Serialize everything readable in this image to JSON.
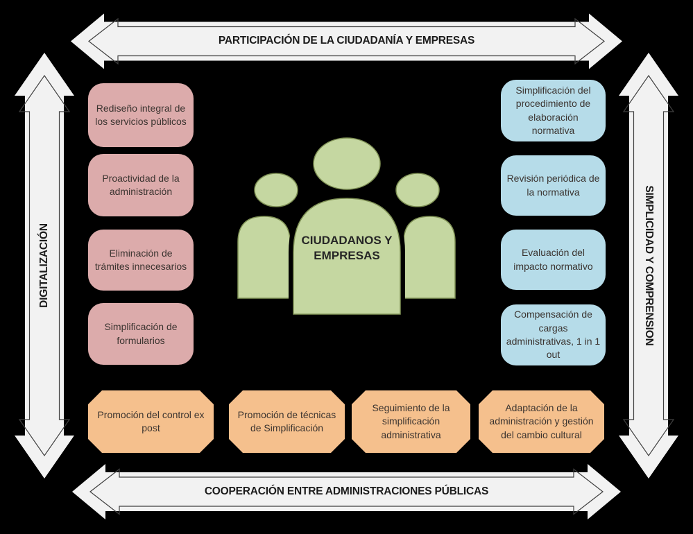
{
  "arrows": {
    "top": "PARTICIPACIÓN DE LA CIUDADANÍA Y EMPRESAS",
    "bottom": "COOPERACIÓN ENTRE ADMINISTRACIONES PÚBLICAS",
    "left": "DIGITALIZACIÓN",
    "right": "SIMPLICIDAD Y COMPRENSION"
  },
  "center_figure": {
    "label": "CIUDADANOS Y EMPRESAS",
    "icon": "people-group-icon"
  },
  "left_column": {
    "items": [
      "Rediseño integral de los servicios públicos",
      "Proactividad de la administración",
      "Eliminación de trámites innecesarios",
      "Simplificación de formularios"
    ]
  },
  "right_column": {
    "items": [
      "Simplificación del procedimiento de elaboración normativa",
      "Revisión periódica de la normativa",
      "Evaluación del impacto normativo",
      "Compensación de cargas administrativas, 1 in 1 out"
    ]
  },
  "bottom_row": {
    "items": [
      "Promoción del control ex post",
      "Promoción de técnicas de Simplificación",
      "Seguimiento de la simplificación administrativa",
      "Adaptación de la administración y gestión del cambio cultural"
    ]
  },
  "colors": {
    "background": "#000000",
    "arrow_fill": "#f2f2f2",
    "arrow_inner_line": "#404040",
    "pink_box": "#dcabab",
    "blue_box": "#b6dce9",
    "orange_box": "#f5c08d",
    "people_green": "#c5d7a1",
    "people_green_border": "#7f9155",
    "box_text": "#3b3430"
  }
}
